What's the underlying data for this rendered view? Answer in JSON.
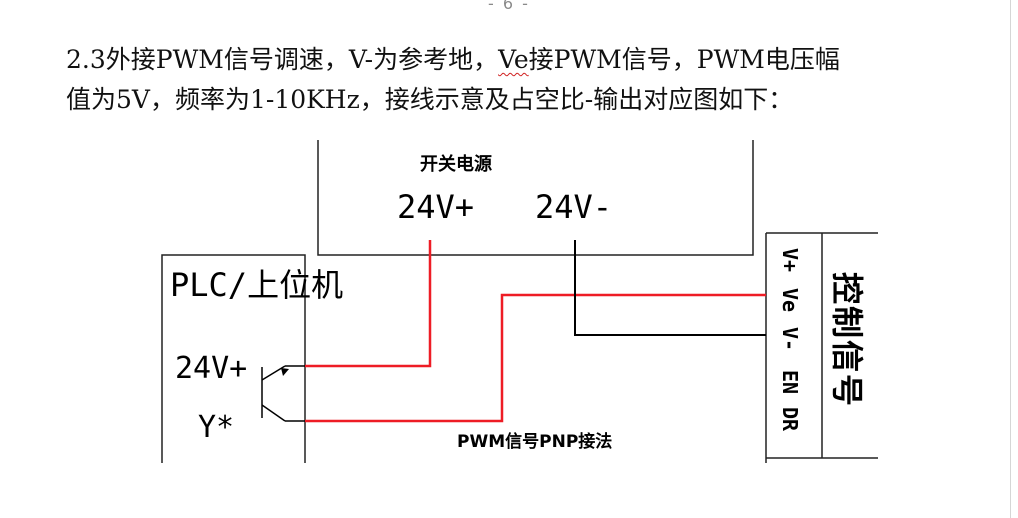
{
  "page": {
    "number": "- 6 -"
  },
  "paragraph": {
    "line1_a": "2.3外接PWM信号调速，V-为参考地，",
    "line1_ve": "Ve",
    "line1_b": "接PWM信号，PWM电压幅",
    "line2": "值为5V，频率为1-10KHz，接线示意及占空比-输出对应图如下："
  },
  "diagram": {
    "power_supply": {
      "title": "开关电源",
      "pos": "24V+",
      "neg": "24V-"
    },
    "plc": {
      "title": "PLC/上位机",
      "pin_24v": "24V+",
      "pin_y": "Y*"
    },
    "controller": {
      "title": "控制信号",
      "pins": [
        "V+",
        "Ve",
        "V-",
        "EN",
        "DR"
      ]
    },
    "wiring_caption": "PWM信号PNP接法",
    "colors": {
      "wire_red": "#ee1c25",
      "wire_black": "#000000"
    }
  }
}
